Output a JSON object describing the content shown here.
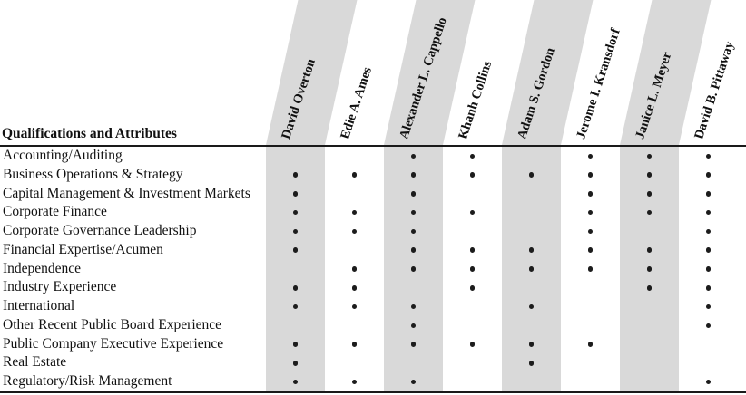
{
  "table": {
    "corner_label": "Qualifications and Attributes",
    "columns": [
      "David Overton",
      "Edie A. Ames",
      "Alexander L. Cappello",
      "Khanh Collins",
      "Adam S. Gordon",
      "Jerome I. Kransdorf",
      "Janice L. Meyer",
      "David B. Pittaway"
    ],
    "shaded_column_indexes": [
      0,
      2,
      4,
      6
    ],
    "rows": [
      {
        "label": "Accounting/Auditing",
        "marks": [
          0,
          0,
          1,
          1,
          0,
          1,
          1,
          1
        ]
      },
      {
        "label": "Business Operations & Strategy",
        "marks": [
          1,
          1,
          1,
          1,
          1,
          1,
          1,
          1
        ]
      },
      {
        "label": "Capital Management & Investment Markets",
        "marks": [
          1,
          0,
          1,
          0,
          0,
          1,
          1,
          1
        ]
      },
      {
        "label": "Corporate Finance",
        "marks": [
          1,
          1,
          1,
          1,
          0,
          1,
          1,
          1
        ]
      },
      {
        "label": "Corporate Governance Leadership",
        "marks": [
          1,
          1,
          1,
          0,
          0,
          1,
          0,
          1
        ]
      },
      {
        "label": "Financial Expertise/Acumen",
        "marks": [
          1,
          0,
          1,
          1,
          1,
          1,
          1,
          1
        ]
      },
      {
        "label": "Independence",
        "marks": [
          0,
          1,
          1,
          1,
          1,
          1,
          1,
          1
        ]
      },
      {
        "label": "Industry Experience",
        "marks": [
          1,
          1,
          0,
          1,
          0,
          0,
          1,
          1
        ]
      },
      {
        "label": "International",
        "marks": [
          1,
          1,
          1,
          0,
          1,
          0,
          0,
          1
        ]
      },
      {
        "label": "Other Recent Public Board Experience",
        "marks": [
          0,
          0,
          1,
          0,
          0,
          0,
          0,
          1
        ]
      },
      {
        "label": "Public Company Executive Experience",
        "marks": [
          1,
          1,
          1,
          1,
          1,
          1,
          0,
          0
        ]
      },
      {
        "label": "Real Estate",
        "marks": [
          1,
          0,
          0,
          0,
          1,
          0,
          0,
          0
        ]
      },
      {
        "label": "Regulatory/Risk Management",
        "marks": [
          1,
          1,
          1,
          0,
          0,
          0,
          0,
          1
        ]
      }
    ],
    "mark_symbol": "filled-dot",
    "colors": {
      "band": "#d9d9d9",
      "rule": "#1a1a1a",
      "text": "#111111",
      "dot": "#1c1c1c"
    }
  }
}
